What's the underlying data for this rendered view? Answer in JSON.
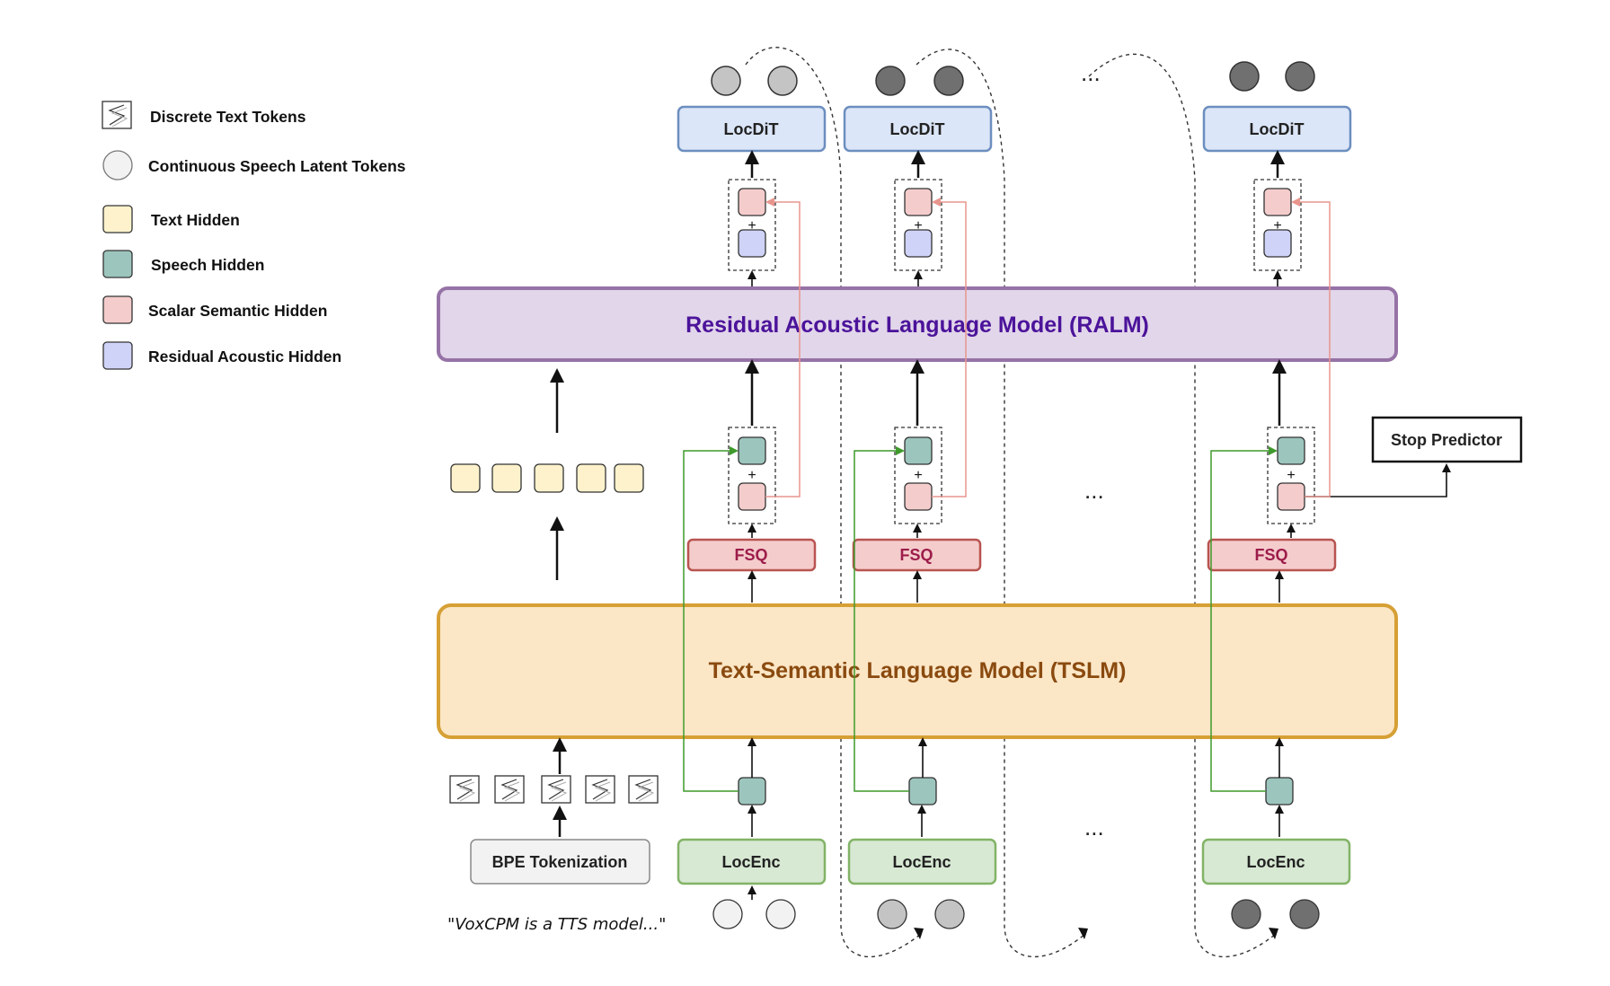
{
  "legend": {
    "discrete_text_tokens": "Discrete Text Tokens",
    "continuous_speech_latent_tokens": "Continuous Speech Latent Tokens",
    "text_hidden": "Text Hidden",
    "speech_hidden": "Speech Hidden",
    "scalar_semantic_hidden": "Scalar Semantic Hidden",
    "residual_acoustic_hidden": "Residual Acoustic Hidden"
  },
  "models": {
    "ralm": "Residual Acoustic Language Model (RALM)",
    "tslm": "Text-Semantic Language Model (TSLM)"
  },
  "blocks": {
    "locdit": "LocDiT",
    "locenc": "LocEnc",
    "fsq": "FSQ",
    "bpe": "BPE Tokenization",
    "stop": "Stop Predictor"
  },
  "input_text": "\"VoxCPM is a TTS model...\"",
  "ellipsis": "...",
  "colors": {
    "text_hidden": "#fdf2cc",
    "speech_hidden": "#9cc5bd",
    "scalar_semantic": "#f4cccc",
    "residual_acoustic": "#cfd3f7",
    "ralm_fill": "#e2d6ea",
    "ralm_border": "#9673a6",
    "tslm_fill": "#fbe6c6",
    "tslm_border": "#d6a035",
    "locdit_fill": "#dbe6f8",
    "locdit_border": "#6c8ebf",
    "locenc_fill": "#d7e8d3",
    "locenc_border": "#82b366",
    "fsq_fill": "#f4cccc",
    "fsq_border": "#b85450",
    "latent_light": "#f2f2f2",
    "latent_mid": "#c4c4c4",
    "latent_dark": "#707070",
    "green_arrow": "#3f9a2c",
    "pink_arrow": "#e8958d"
  }
}
